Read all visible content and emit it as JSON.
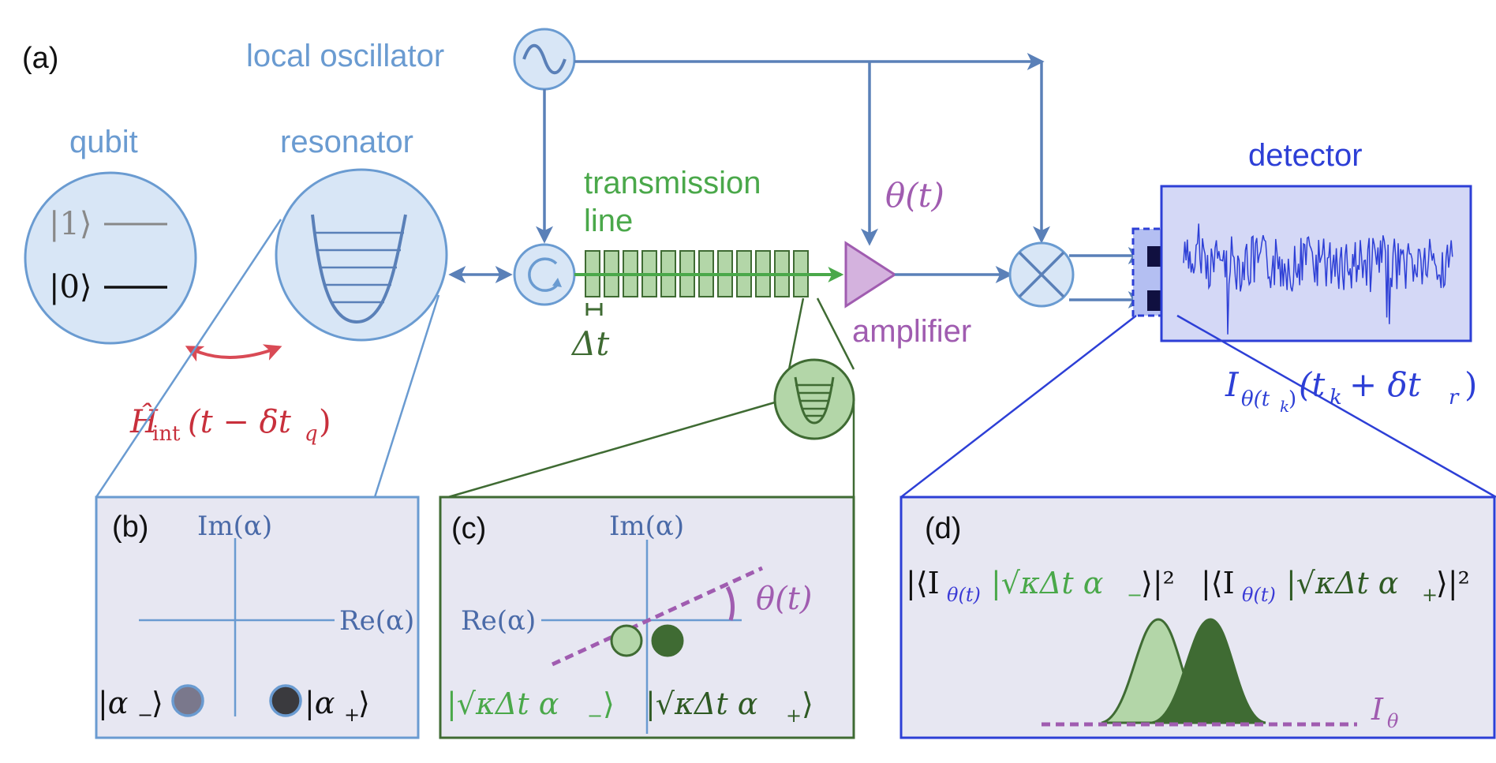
{
  "colors": {
    "lightblue": "#6a9bd1",
    "blue": "#5a80b8",
    "darkblue": "#2d3fd6",
    "green": "#4aa84a",
    "darkgreen": "#3f6b33",
    "purple": "#a05cb0",
    "red": "#d94a55",
    "panel_fill": "#e7e7f2",
    "bubble_fill": "#d8e6f6",
    "green_fill": "#b3d6a8"
  },
  "labels": {
    "panel_a": "(a)",
    "panel_b": "(b)",
    "panel_c": "(c)",
    "panel_d": "(d)",
    "local_oscillator": "local oscillator",
    "qubit": "qubit",
    "resonator": "resonator",
    "transmission_line_1": "transmission",
    "transmission_line_2": "line",
    "detector": "detector",
    "amplifier": "amplifier",
    "ket1": "|1⟩",
    "ket0": "|0⟩",
    "delta_t": "Δt",
    "theta_t": "θ(t)",
    "hamiltonian": "Ĥ",
    "hamiltonian_rest": "(t − δt",
    "hamiltonian_sub_int": "int",
    "hamiltonian_sub_q": "q",
    "detector_output_main": "I",
    "detector_output_sub": "θ(t",
    "detector_output_subsub": "k",
    "detector_output_rest": "(t",
    "detector_output_rest2": "+ δt",
    "detector_output_sub_r": "r"
  },
  "panel_b": {
    "im_axis": "Im(α)",
    "re_axis": "Re(α)",
    "alpha_minus": "|α",
    "alpha_plus": "|α",
    "minus": "−",
    "plus": "+"
  },
  "panel_c": {
    "im_axis": "Im(α)",
    "re_axis": "Re(α)",
    "theta_t": "θ(t)",
    "state_minus": "|√κΔt α",
    "state_plus": "|√κΔt α",
    "minus": "−",
    "plus": "+"
  },
  "panel_d": {
    "overlap_minus_left": "|⟨I",
    "overlap_minus_sub": "θ(t)",
    "overlap_minus_mid": "|√κΔt α",
    "overlap_minus_sign": "−",
    "overlap_minus_right": "⟩|²",
    "overlap_plus_left": "|⟨I",
    "overlap_plus_sub": "θ(t)",
    "overlap_plus_mid": "|√κΔt α",
    "overlap_plus_sign": "+",
    "overlap_plus_right": "⟩|²",
    "i_theta": "I",
    "i_theta_sub": "θ"
  }
}
